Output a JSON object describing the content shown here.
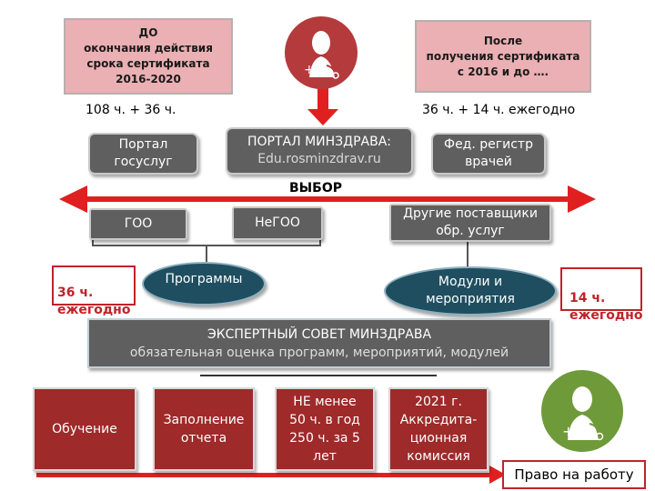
{
  "top": {
    "before_box": "ДО\nокончания действия\nсрока сертификата\n2016-2020",
    "after_box": "После\nполучения сертификата\nс 2016 и до ….",
    "before_hours": "108 ч. + 36 ч.",
    "after_hours": "36 ч. + 14 ч. ежегодно"
  },
  "portals": {
    "gosuslugi": "Портал\nгосуслуг",
    "minzdrav_title": "ПОРТАЛ МИНЗДРАВА:",
    "minzdrav_url": "Edu.rosminzdrav.ru",
    "fed_register": "Фед. регистр\nврачей"
  },
  "choice": {
    "label": "ВЫБОР"
  },
  "providers": {
    "goo": "ГОО",
    "negoo": "НеГОО",
    "others": "Другие поставщики\nобр. услуг"
  },
  "side_boxes": {
    "left": "36 ч.\nежегодно",
    "right": "14 ч.\nежегодно"
  },
  "ovals": {
    "programs": "Программы",
    "modules": "Модули и\nмероприятия"
  },
  "council": {
    "title": "ЭКСПЕРТНЫЙ СОВЕТ МИНЗДРАВА",
    "subtitle": "обязательная оценка программ, мероприятий, модулей"
  },
  "steps": [
    "Обучение",
    "Заполнение\nотчета",
    "НЕ менее\n50 ч. в год\n250 ч. за 5\nлет",
    "2021 г.\nАккредита-\nционная\nкомиссия"
  ],
  "result": {
    "label": "Право на работу"
  },
  "colors": {
    "pink": "#eab0b3",
    "gray": "#5f5f5f",
    "teal": "#1f4e60",
    "dark_red": "#9e2a2a",
    "red": "#e02020",
    "avatar_red": "#b43a3c",
    "avatar_green": "#6f9a3a"
  },
  "icons": [
    "doctor-avatar-icon",
    "stethoscope-icon",
    "medical-cross-icon"
  ]
}
